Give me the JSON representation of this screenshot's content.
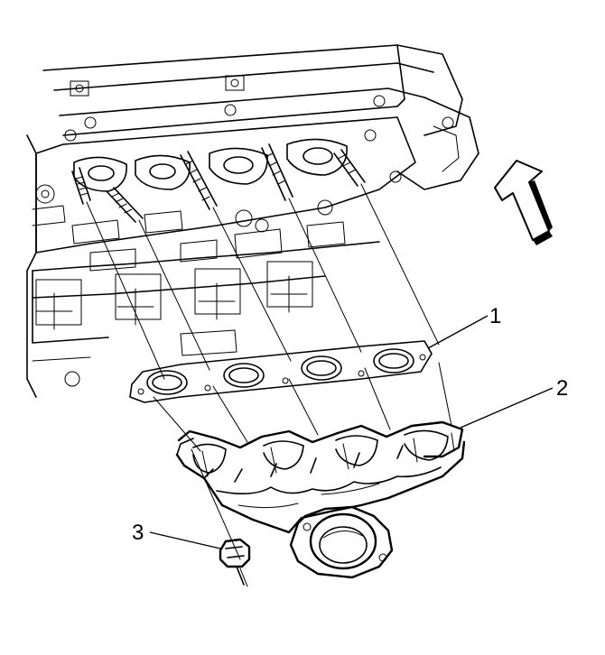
{
  "callouts": [
    {
      "id": "1",
      "label": "1"
    },
    {
      "id": "2",
      "label": "2"
    },
    {
      "id": "3",
      "label": "3"
    }
  ],
  "icons": {
    "direction_arrow": "front-direction-arrow-icon"
  },
  "colors": {
    "ink": "#000000",
    "background": "#ffffff"
  }
}
